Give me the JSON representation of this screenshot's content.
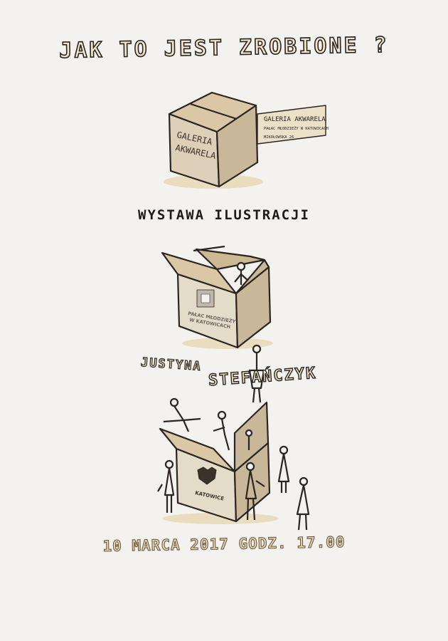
{
  "poster": {
    "title": "JAK TO JEST ZROBIONE ?",
    "subtitle": "WYSTAWA ILUSTRACJI",
    "artist_first": "JUSTYNA",
    "artist_last": "STEFAŃCZYK",
    "datetime": "10 MARCA 2017 GODZ. 17.00"
  },
  "box1": {
    "front_line1": "GALERIA",
    "front_line2": "AKWARELA",
    "label_line1": "GALERIA AKWARELA",
    "label_line2": "PAŁAC MŁODZIEŻY W KATOWICACH",
    "label_line3": "MIKOŁOWSKA 26"
  },
  "box2": {
    "logo_line1": "PAŁAC MŁODZIEŻY",
    "logo_line2": "W KATOWICACH"
  },
  "box3": {
    "logo_text": "KATOWICE"
  },
  "colors": {
    "paper": "#f4f2ee",
    "ink": "#2a2521",
    "cardboard": "#c9b79a",
    "cardboard_light": "#ddd0b8",
    "watercolor": "#e7d7b3"
  }
}
